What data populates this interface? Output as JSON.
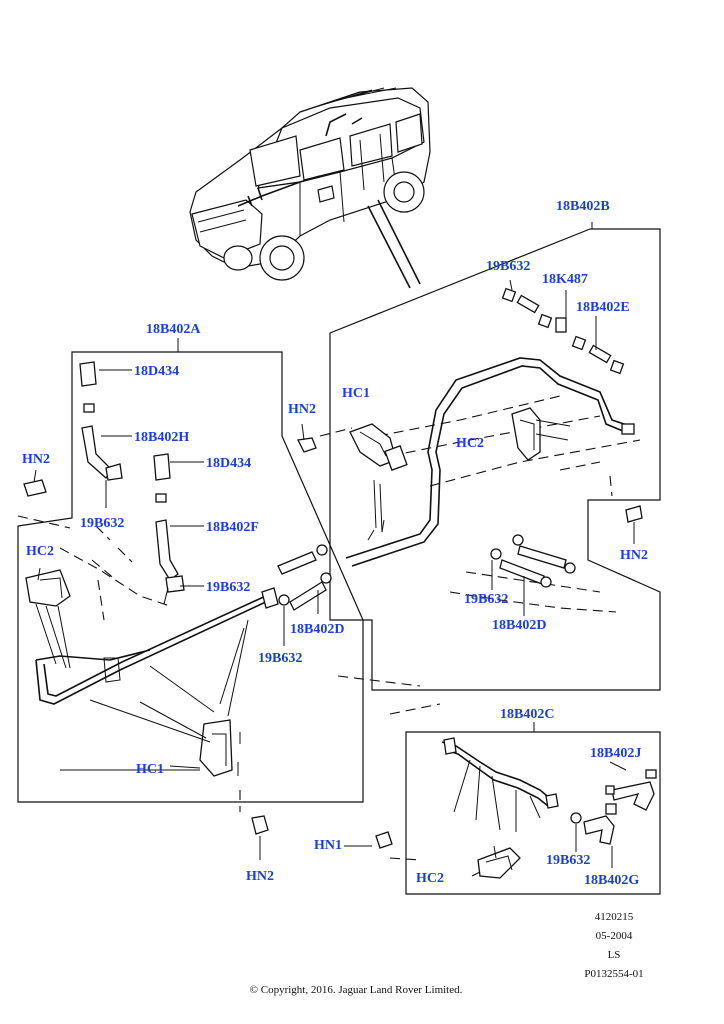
{
  "labels": {
    "g_18b402b": "18B402B",
    "g_18b402a": "18B402A",
    "g_18b402c": "18B402C",
    "p_19b632_top": "19B632",
    "p_18k487": "18K487",
    "p_18b402e": "18B402E",
    "p_hn2_mid": "HN2",
    "p_hc1_top": "HC1",
    "p_hc2_right": "HC2",
    "p_18d434_a": "18D434",
    "p_hn2_left": "HN2",
    "p_18b402h": "18B402H",
    "p_18d434_b": "18D434",
    "p_19b632_left": "19B632",
    "p_hc2_left": "HC2",
    "p_18b402f": "18B402F",
    "p_19b632_mid": "19B632",
    "p_hn2_right": "HN2",
    "p_18b402d_mid": "18B402D",
    "p_19b632_mid2": "19B632",
    "p_19b632_right": "19B632",
    "p_18b402d_right": "18B402D",
    "p_hc1_bottom": "HC1",
    "p_hn2_bottom": "HN2",
    "p_18b402j": "18B402J",
    "p_hn1": "HN1",
    "p_19b632_c": "19B632",
    "p_hc2_c": "HC2",
    "p_18b402g": "18B402G"
  },
  "meta": {
    "code": "4120215",
    "date": "05-2004",
    "ref": "LS",
    "part_no": "P0132554-01"
  },
  "copyright": "© Copyright, 2016. Jaguar Land Rover Limited.",
  "colors": {
    "label": "#1a3fd6",
    "line": "#111111",
    "background": "#ffffff"
  }
}
